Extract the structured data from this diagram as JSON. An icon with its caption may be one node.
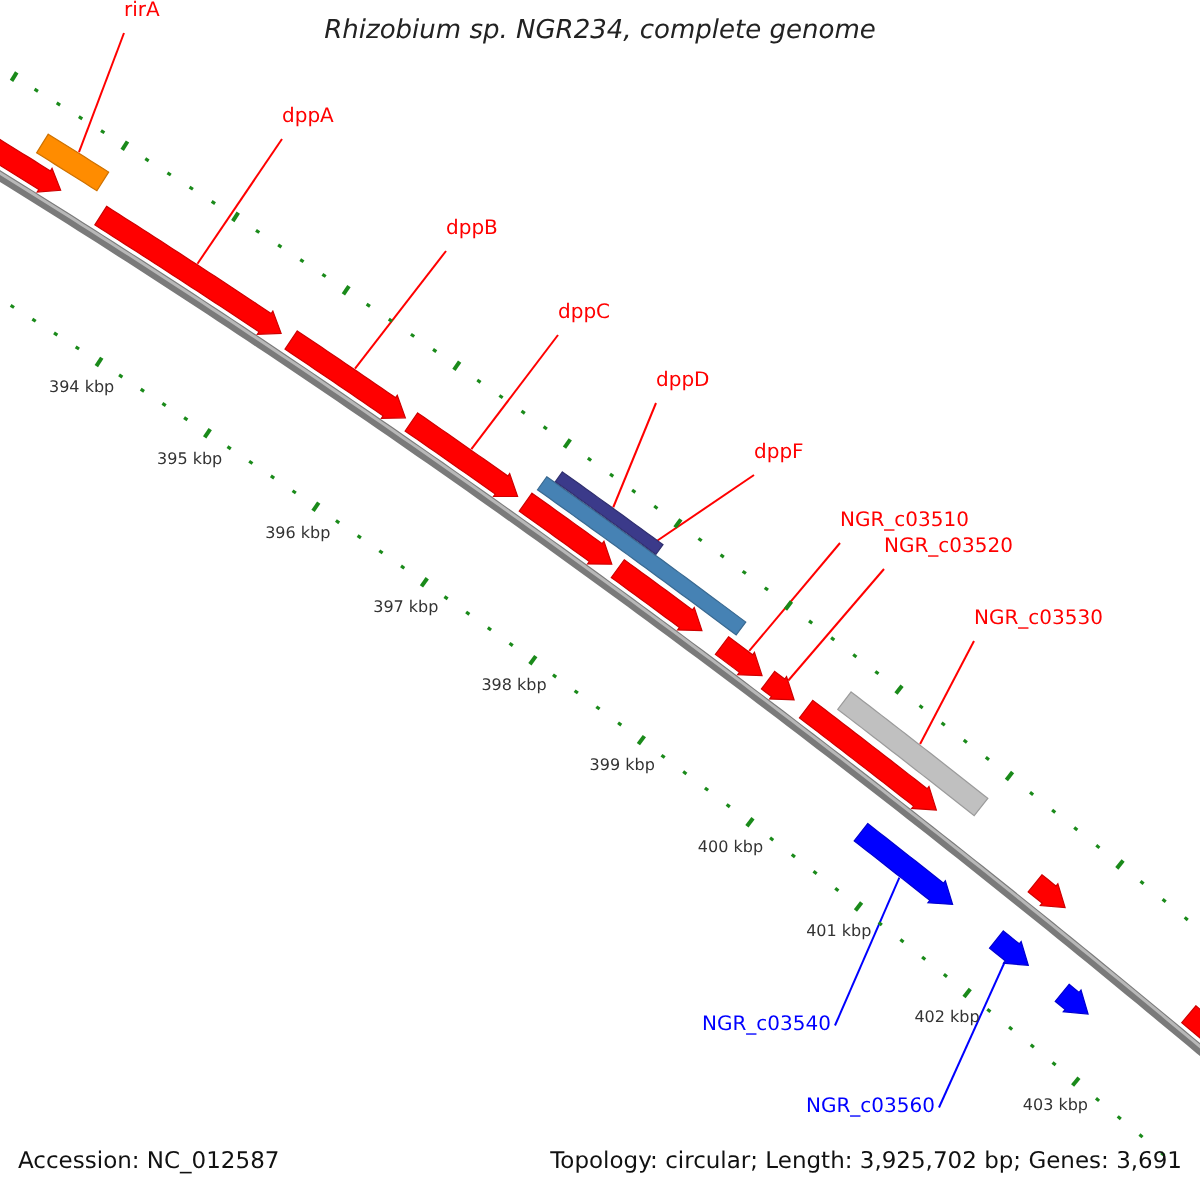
{
  "diagram": {
    "title": "Rhizobium sp. NGR234, complete genome",
    "nodes": [
      {
        "text": [
          "rirA"
        ]
      },
      {
        "text": [
          "dppA"
        ]
      },
      {
        "text": [
          "dppB"
        ]
      },
      {
        "text": [
          "dppC"
        ]
      },
      {
        "text": [
          "dppD"
        ]
      },
      {
        "text": [
          "dppF"
        ]
      },
      {
        "text": [
          "NGR_c03510"
        ]
      },
      {
        "text": [
          "NGR_c03520"
        ]
      },
      {
        "text": [
          "NGR_c03530"
        ]
      },
      {
        "text": [
          "NGR_c03540"
        ]
      },
      {
        "text": [
          "NGR_c03560"
        ]
      },
      {
        "text": [],
        "shape": "arrow"
      },
      {
        "text": [],
        "shape": "bar"
      },
      {
        "text": [],
        "shape": "arrow"
      },
      {
        "text": [],
        "shape": "arrow"
      },
      {
        "text": [],
        "shape": "arrow"
      },
      {
        "text": [],
        "shape": "arrow"
      },
      {
        "text": [],
        "shape": "bar"
      },
      {
        "text": [],
        "shape": "bar"
      },
      {
        "text": [],
        "shape": "arrow"
      },
      {
        "text": [],
        "shape": "arrow"
      },
      {
        "text": [],
        "shape": "arrow"
      },
      {
        "text": [],
        "shape": "arrow"
      },
      {
        "text": [],
        "shape": "bar"
      },
      {
        "text": [],
        "shape": "arrow"
      },
      {
        "text": [],
        "shape": "arrow"
      },
      {
        "text": [],
        "shape": "arrow"
      },
      {
        "text": [],
        "shape": "arrow"
      },
      {
        "text": [],
        "shape": "arrow"
      }
    ],
    "edges": [
      {
        "from": 0,
        "to": 12,
        "arrow": "none"
      },
      {
        "from": 1,
        "to": 13,
        "arrow": "none"
      },
      {
        "from": 2,
        "to": 14,
        "arrow": "none"
      },
      {
        "from": 3,
        "to": 15,
        "arrow": "none"
      },
      {
        "from": 4,
        "to": 18,
        "arrow": "none"
      },
      {
        "from": 5,
        "to": 17,
        "arrow": "none"
      },
      {
        "from": 6,
        "to": 20,
        "arrow": "none"
      },
      {
        "from": 7,
        "to": 21,
        "arrow": "none"
      },
      {
        "from": 8,
        "to": 23,
        "arrow": "none"
      },
      {
        "from": 9,
        "to": 24,
        "arrow": "none",
        "color": "#0000ff"
      },
      {
        "from": 10,
        "to": 26,
        "arrow": "none",
        "color": "#0000ff"
      }
    ],
    "labels": [
      "394 kbp",
      "395 kbp",
      "396 kbp",
      "397 kbp",
      "398 kbp",
      "399 kbp",
      "400 kbp",
      "401 kbp",
      "402 kbp",
      "403 kbp",
      "Accession: NC_012587",
      "Topology: circular; Length: 3,925,702 bp; Genes: 3,691"
    ]
  }
}
